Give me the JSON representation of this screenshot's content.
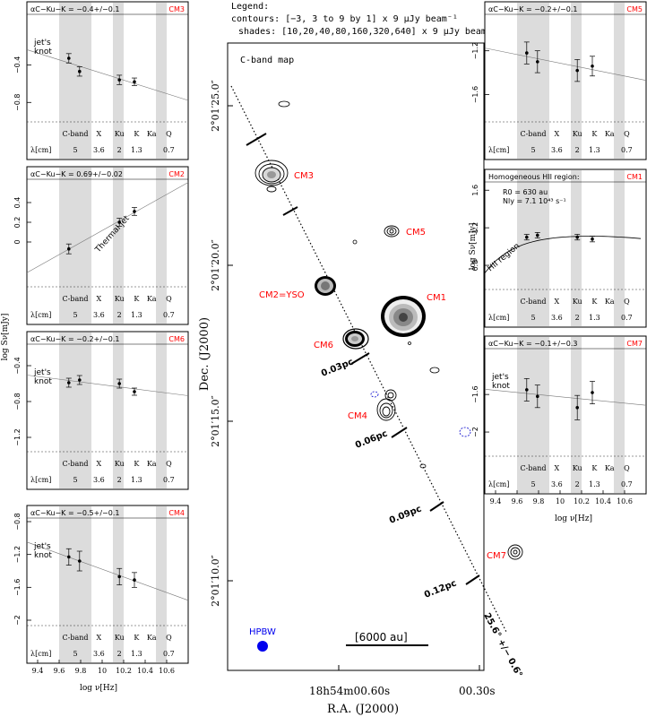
{
  "map": {
    "legend_title": "Legend:",
    "legend_contours": "contours: [−3, 3 to 9 by 1] x 9 μJy beam⁻¹",
    "legend_shades": "shades: [10,20,40,80,160,320,640] x 9 μJy beam⁻¹",
    "map_label": "C-band map",
    "xlabel": "R.A. (J2000)",
    "ylabel": "Dec. (J2000)",
    "ra_ticks": [
      "18h54m00.60s",
      "00.30s"
    ],
    "dec_ticks": [
      "2°01′25.0″",
      "2°01′20.0″",
      "2°01′15.0″",
      "2°01′10.0″"
    ],
    "scale_bar_label": "[6000 au]",
    "beam_label": "HPBW",
    "angle_label": "25.6° +/− 0.6°",
    "distance_marks": [
      "0.03pc",
      "0.06pc",
      "0.09pc",
      "0.12pc"
    ],
    "sources": [
      {
        "name": "CM3",
        "color": "#ff0000"
      },
      {
        "name": "CM5",
        "color": "#ff0000"
      },
      {
        "name": "CM2=YSO",
        "color": "#ff0000"
      },
      {
        "name": "CM1",
        "color": "#ff0000"
      },
      {
        "name": "CM6",
        "color": "#ff0000"
      },
      {
        "name": "CM4",
        "color": "#ff0000"
      },
      {
        "name": "CM7",
        "color": "#ff0000"
      }
    ]
  },
  "band_labels": [
    "C-band",
    "X",
    "Ku",
    "K",
    "Ka",
    "Q"
  ],
  "lambda_label": "λ[cm]",
  "lambda_values": [
    "5",
    "3.6",
    "2",
    "1.3",
    "",
    "0.7"
  ],
  "sed_xlabel": "log ν[Hz]",
  "sed_ylabel": "log Sν[mJy]",
  "sed_xticks": [
    "9.4",
    "9.6",
    "9.8",
    "10",
    "10.2",
    "10.4",
    "10.6"
  ],
  "chart_data": [
    {
      "panel": "CM3",
      "type": "scatter",
      "fit_label": "αC−Ku−K = −0.4+/−0.1",
      "annotation": "jet's knot",
      "x": [
        9.69,
        9.79,
        10.16,
        10.3
      ],
      "y": [
        -0.33,
        -0.47,
        -0.56,
        -0.58
      ],
      "yerr": [
        0.05,
        0.05,
        0.05,
        0.04
      ],
      "ylim": [
        -0.95,
        0.1
      ],
      "yticks": [
        "−0.4",
        "−0.8"
      ]
    },
    {
      "panel": "CM2",
      "type": "scatter",
      "fit_label": "αC−Ku−K = 0.69+/−0.02",
      "annotation": "Thermal jet",
      "x": [
        9.69,
        10.16,
        10.3
      ],
      "y": [
        -0.07,
        0.2,
        0.31
      ],
      "yerr": [
        0.05,
        0.04,
        0.04
      ],
      "ylim": [
        -0.4,
        0.6
      ],
      "yticks": [
        "0",
        "0.2",
        "0.4"
      ]
    },
    {
      "panel": "CM6",
      "type": "scatter",
      "fit_label": "αC−Ku−K = −0.2+/−0.1",
      "annotation": "jet's knot",
      "x": [
        9.69,
        9.79,
        10.16,
        10.3
      ],
      "y": [
        -0.59,
        -0.56,
        -0.6,
        -0.69
      ],
      "yerr": [
        0.05,
        0.05,
        0.05,
        0.04
      ],
      "ylim": [
        -1.3,
        -0.2
      ],
      "yticks": [
        "−0.4",
        "−0.8",
        "−1.2"
      ]
    },
    {
      "panel": "CM4",
      "type": "scatter",
      "fit_label": "αC−Ku−K = −0.5+/−0.1",
      "annotation": "jet's knot",
      "x": [
        9.69,
        9.79,
        10.16,
        10.3
      ],
      "y": [
        -1.23,
        -1.28,
        -1.47,
        -1.51
      ],
      "yerr": [
        0.1,
        0.12,
        0.1,
        0.09
      ],
      "ylim": [
        -2.0,
        -0.8
      ],
      "yticks": [
        "−0.8",
        "−1.2",
        "−1.6",
        "−2"
      ]
    },
    {
      "panel": "CM5",
      "type": "scatter",
      "fit_label": "αC−Ku−K = −0.2+/−0.1",
      "annotation": "",
      "x": [
        9.69,
        9.79,
        10.16,
        10.3
      ],
      "y": [
        -1.22,
        -1.3,
        -1.38,
        -1.34
      ],
      "yerr": [
        0.1,
        0.1,
        0.1,
        0.09
      ],
      "ylim": [
        -1.8,
        -0.9
      ],
      "yticks": [
        "−1.2",
        "−1.6"
      ]
    },
    {
      "panel": "CM1",
      "type": "scatter",
      "fit_label": "Homogeneous HII region:",
      "model_lines": [
        "R0 = 630 au",
        "Nly = 7.1 10⁴³ s⁻¹"
      ],
      "annotation": "HII region",
      "x": [
        9.69,
        9.79,
        10.16,
        10.3
      ],
      "y": [
        1.1,
        1.12,
        1.1,
        1.08
      ],
      "yerr": [
        0.03,
        0.03,
        0.03,
        0.03
      ],
      "ylim": [
        0.6,
        1.65
      ],
      "yticks": [
        "0.8",
        "1.2",
        "1.6"
      ]
    },
    {
      "panel": "CM7",
      "type": "scatter",
      "fit_label": "αC−Ku−K = −0.1+/−0.3",
      "annotation": "jet's knot",
      "x": [
        9.69,
        9.79,
        10.16,
        10.3
      ],
      "y": [
        -1.55,
        -1.62,
        -1.74,
        -1.58
      ],
      "yerr": [
        0.12,
        0.12,
        0.13,
        0.12
      ],
      "ylim": [
        -2.2,
        -1.15
      ],
      "yticks": [
        "−1.6",
        "−2"
      ]
    }
  ]
}
